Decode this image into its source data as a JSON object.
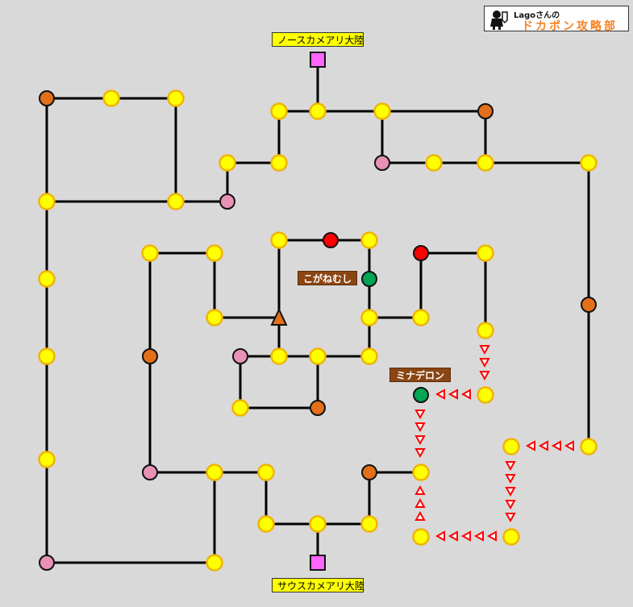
{
  "site_logo": {
    "line1": "Lagoさんの",
    "line2": "ドカポン攻略部",
    "icon": "warrior-mascot-icon",
    "accent_color": "#f58220"
  },
  "map": {
    "type": "board-game-route-map",
    "colors": {
      "path": "#000000",
      "yellow_space": "#ffff00",
      "orange_space": "#e26f1a",
      "red_space": "#ff0000",
      "pink_space": "#e791b4",
      "green_space": "#00a651",
      "warp_square": "#ff66ff",
      "arrow": "#ff0000",
      "background": "#d9d9d9"
    },
    "exits": {
      "north": "ノースカメアリ大陸",
      "south": "サウスカメアリ大陸"
    },
    "monsters": {
      "koganemushi": "こがねむし",
      "minaderon": "ミナデロン"
    },
    "legend": {
      "yellow": "yellow-space",
      "orange": "orange-space",
      "red": "red-space",
      "pink": "pink-space",
      "green": "green-space",
      "triangle": "orange-triangle-space",
      "square": "warp-square"
    }
  }
}
